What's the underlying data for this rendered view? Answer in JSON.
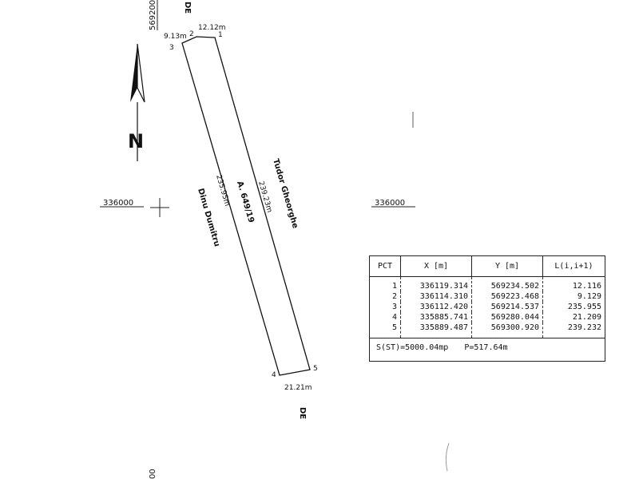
{
  "grid_labels": {
    "y_top": "569200",
    "x_left": "336000",
    "x_right": "336000",
    "y_bottom": "00"
  },
  "north_label": "N",
  "neighbors": {
    "top": "DE",
    "bottom": "DE",
    "east": "Tudor Gheorghe",
    "west": "Dinu Dumitru"
  },
  "parcel": {
    "id": "A. 649/19",
    "points": [
      "1",
      "2",
      "3",
      "4",
      "5"
    ],
    "side_lengths": {
      "s1_2": "12.12m",
      "s2_3": "9.13m",
      "s3_4": "235.95m",
      "s4_5": "21.21m",
      "s5_1": "239.23m"
    }
  },
  "table": {
    "headers": [
      "PCT",
      "X [m]",
      "Y [m]",
      "L(i,i+1)"
    ],
    "rows": [
      [
        "1",
        "336119.314",
        "569234.502",
        "12.116"
      ],
      [
        "2",
        "336114.310",
        "569223.468",
        "9.129"
      ],
      [
        "3",
        "336112.420",
        "569214.537",
        "235.955"
      ],
      [
        "4",
        "335885.741",
        "569280.044",
        "21.209"
      ],
      [
        "5",
        "335889.487",
        "569300.920",
        "239.232"
      ]
    ],
    "area": "S(ST)=5000.04mp",
    "perimeter": "P=517.64m"
  }
}
